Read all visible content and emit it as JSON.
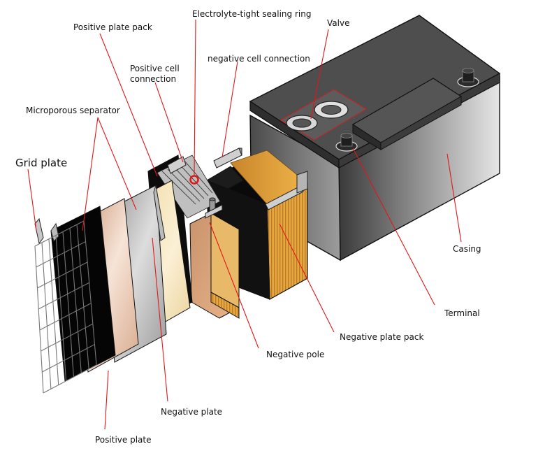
{
  "labels": {
    "electrolyte_ring": "Electrolyte-tight sealing ring",
    "positive_plate_pack": "Positive plate pack",
    "valve": "Valve",
    "negative_cell_connection": "negative cell connection",
    "positive_cell_connection_1": "Positive cell",
    "positive_cell_connection_2": "connection",
    "microporous_separator": "Microporous separator",
    "grid_plate": "Grid plate",
    "casing": "Casing",
    "terminal": "Terminal",
    "negative_plate_pack": "Negative plate pack",
    "negative_pole": "Negative pole",
    "negative_plate": "Negative plate",
    "positive_plate": "Positive plate"
  },
  "colors": {
    "leader": "#e01818",
    "casing_light": "#d4d4d4",
    "casing_dark": "#3a3a3a",
    "copper": "#e0a33a",
    "separator": "#f5e4b8",
    "positive_plate": "#e8c4a8",
    "ring": "#e01818"
  }
}
